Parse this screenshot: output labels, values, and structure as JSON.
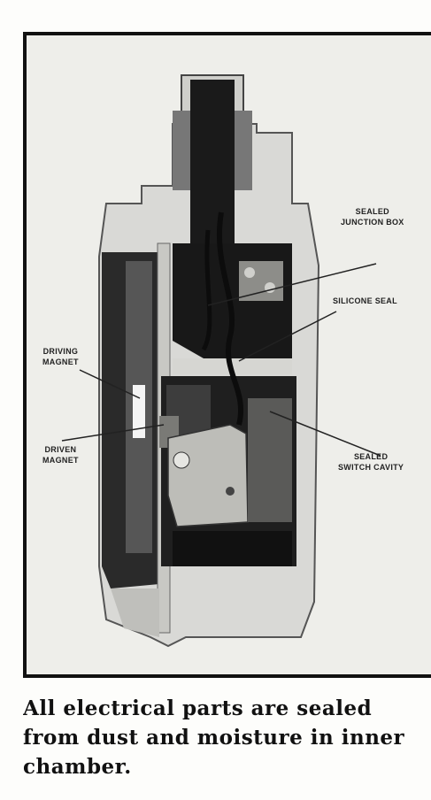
{
  "figure": {
    "labels": {
      "sealed_junction_box": [
        "SEALED",
        "JUNCTION BOX"
      ],
      "silicone_seal": "SILICONE SEAL",
      "driving_magnet": [
        "DRIVING",
        "MAGNET"
      ],
      "driven_magnet": [
        "DRIVEN",
        "MAGNET"
      ],
      "sealed_switch_cavity": [
        "SEALED",
        "SWITCH CAVITY"
      ]
    }
  },
  "caption": {
    "lines": [
      "All electrical parts are sealed",
      "from dust and moisture in inner",
      "chamber."
    ]
  }
}
